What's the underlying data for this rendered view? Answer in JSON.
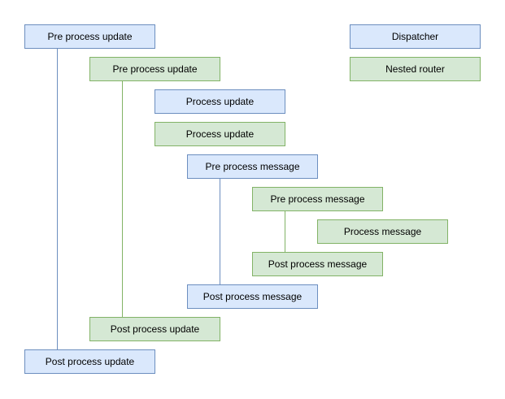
{
  "diagram": {
    "background": "#ffffff",
    "palette": {
      "dispatcher_fill": "#dae8fc",
      "dispatcher_stroke": "#6c8ebf",
      "nested_router_fill": "#d5e8d4",
      "nested_router_stroke": "#82b366",
      "text_color": "#000000"
    },
    "legend": {
      "dispatcher": "Dispatcher",
      "nested_router": "Nested router"
    },
    "nodes": {
      "pre_update_dispatcher": "Pre process update",
      "pre_update_router": "Pre process update",
      "process_update_dispatcher": "Process update",
      "process_update_router": "Process update",
      "pre_message_dispatcher": "Pre process message",
      "pre_message_router": "Pre process message",
      "process_message_router": "Process message",
      "post_message_router": "Post process message",
      "post_message_dispatcher": "Post process message",
      "post_update_router": "Post process update",
      "post_update_dispatcher": "Post process update"
    }
  }
}
